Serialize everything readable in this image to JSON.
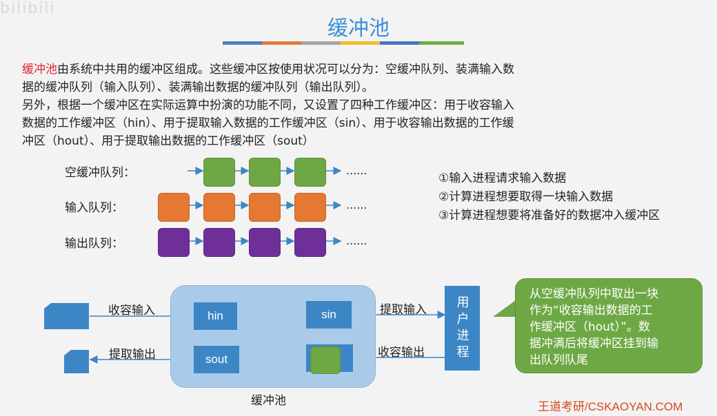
{
  "watermark": "bilibili",
  "slide_title": "缓冲池",
  "stripe_colors": [
    "#4a80c4",
    "#e07a38",
    "#a5a5a5",
    "#f2bd2e",
    "#4573c5",
    "#6faa46"
  ],
  "paragraph1": {
    "highlight": "缓冲池",
    "line1_rest": "由系统中共用的缓冲区组成。这些缓冲区按使用状况可以分为：空缓冲队列、装满输入数",
    "line2": "据的缓冲队列（输入队列）、装满输出数据的缓冲队列（输出队列）。"
  },
  "paragraph2": {
    "line1": "另外，根据一个缓冲区在实际运算中扮演的功能不同，又设置了四种工作缓冲区：用于收容输入",
    "line2": "数据的工作缓冲区（hin）、用于提取输入数据的工作缓冲区（sin）、用于收容输出数据的工作缓",
    "line3": "冲区（hout）、用于提取输出数据的工作缓冲区（sout）"
  },
  "queues": [
    {
      "label": "空缓冲队列：",
      "color": "green",
      "dots": "......"
    },
    {
      "label": "输入队列：",
      "color": "orange",
      "dots": "......"
    },
    {
      "label": "输出队列：",
      "color": "purple",
      "dots": "......"
    }
  ],
  "steps": [
    "①输入进程请求输入数据",
    "②计算进程想要取得一块输入数据",
    "③计算进程想要将准备好的数据冲入缓冲区"
  ],
  "pool": {
    "caption": "缓冲池",
    "hin": "hin",
    "sin": "sin",
    "sout": "sout",
    "hout": "hout",
    "label_collect_in": "收容输入",
    "label_extract_in": "提取输入",
    "label_extract_out": "提取输出",
    "label_collect_out": "收容输出",
    "user_process": "用户进程"
  },
  "callout_lines": [
    "从空缓冲队列中取出一块",
    "作为“收容输出数据的工",
    "作缓冲区（hout）”。数",
    "据冲满后将缓冲区挂到输",
    "出队列队尾"
  ],
  "footer": "王道考研/CSKAOYAN.COM"
}
